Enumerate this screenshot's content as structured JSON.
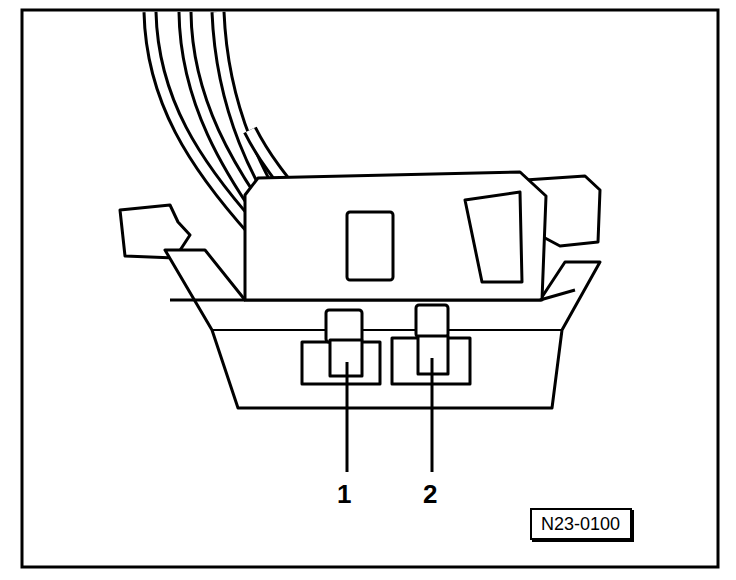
{
  "diagram": {
    "nodes": [
      {
        "text": [
          "N23-0100"
        ]
      }
    ],
    "labels": [
      "1",
      "2"
    ]
  }
}
